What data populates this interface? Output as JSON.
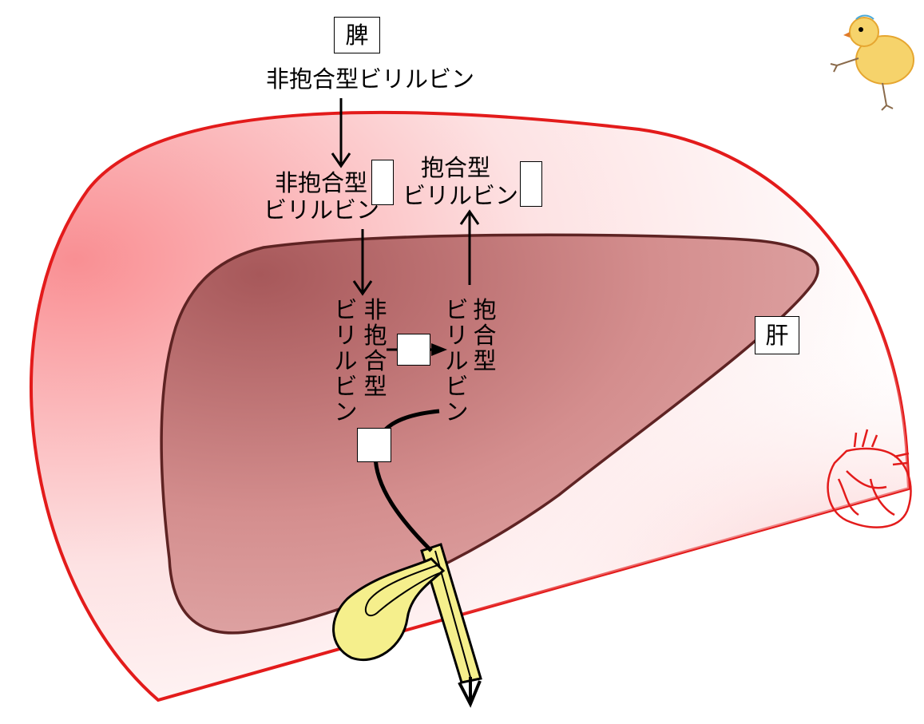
{
  "labels": {
    "spleen": "脾",
    "liver": "肝",
    "spleen_product": "非抱合型ビリルビン",
    "blood_unconj_line1": "非抱合型",
    "blood_unconj_line2": "ビリルビン",
    "blood_conj_line1": "抱合型",
    "blood_conj_line2": "ビリルビン",
    "hep_unconj_col1": "ビリルビン",
    "hep_unconj_col2": "非抱合型",
    "hep_conj_col1": "ビリルビン",
    "hep_conj_col2": "抱合型"
  },
  "colors": {
    "body_outline": "#e31b1b",
    "liver_fill": "#c98280",
    "liver_outline": "#5e2323",
    "bile_duct": "#f5ef8c",
    "heart_outline": "#e31b1b"
  },
  "icons": {
    "chick": "chick-icon",
    "heart": "heart-icon"
  }
}
